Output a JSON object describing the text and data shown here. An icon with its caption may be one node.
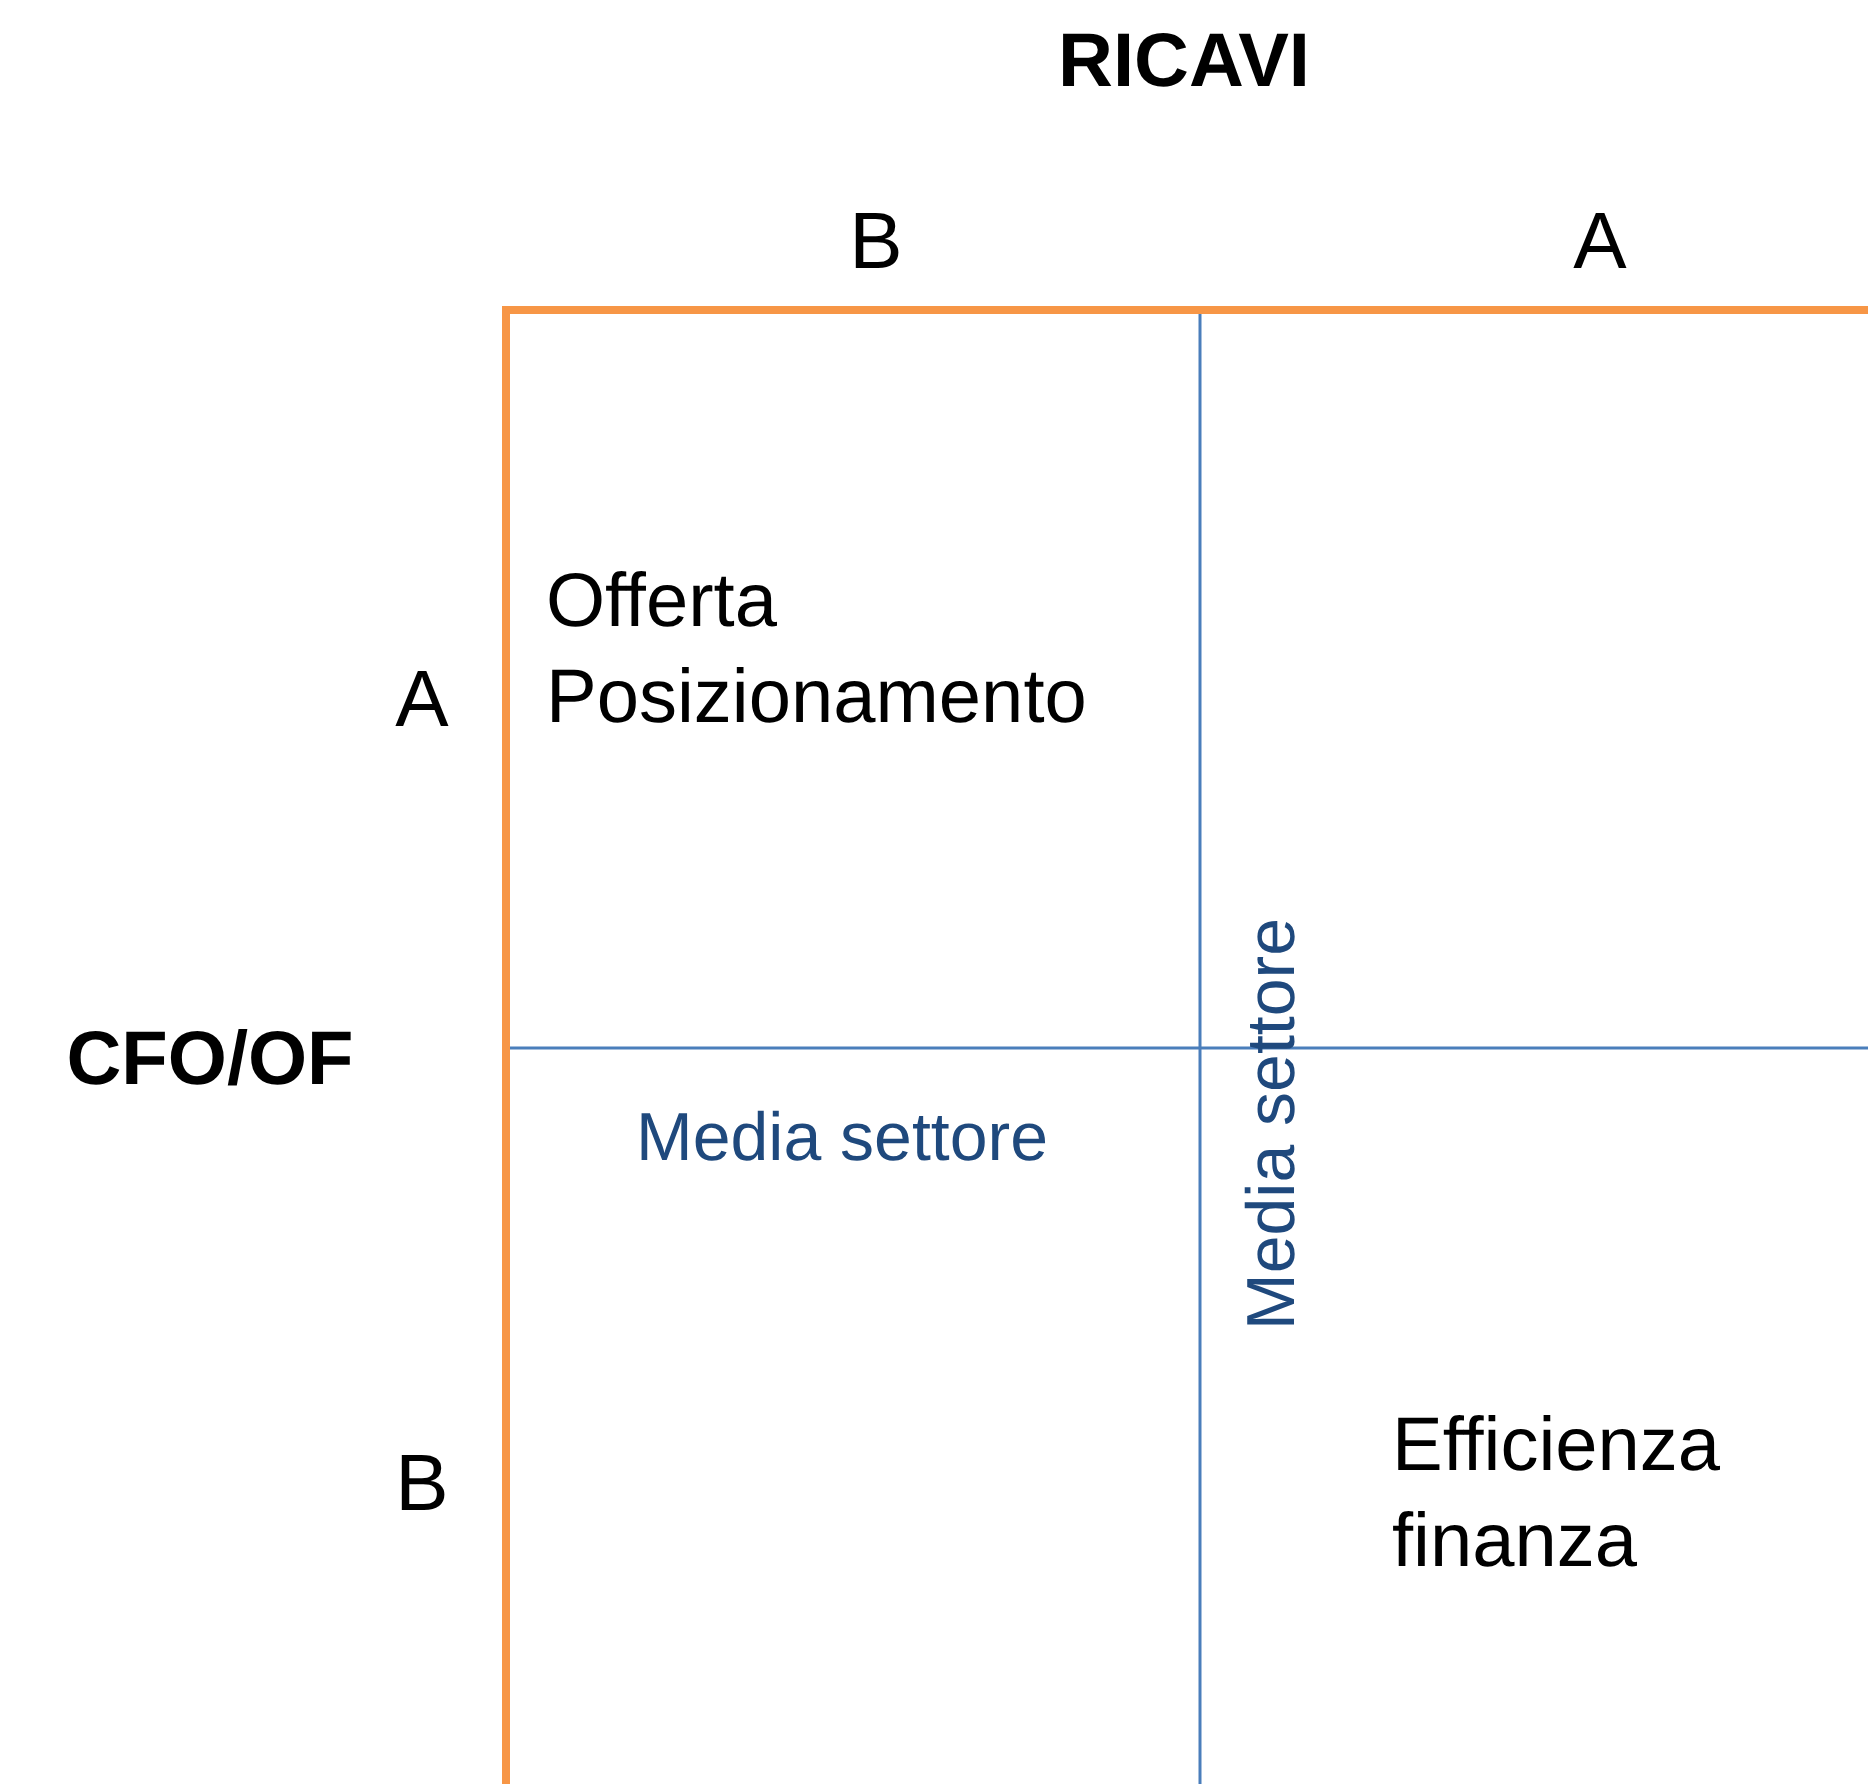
{
  "diagram": {
    "labels": [
      "RICAVI",
      "B",
      "A",
      "Offerta Posizionamento",
      "A",
      "Media settore",
      "CFO/OF",
      "Media settore",
      "Efficienza finanza",
      "B"
    ]
  }
}
